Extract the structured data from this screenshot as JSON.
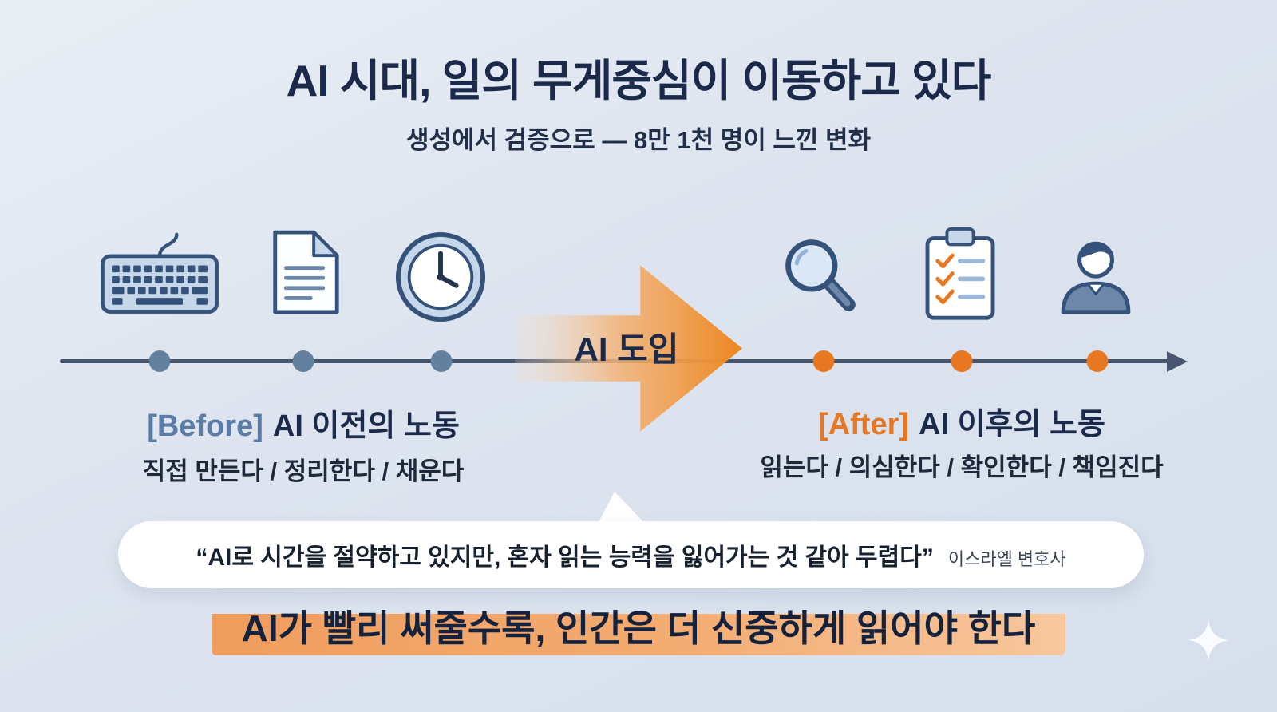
{
  "title": "AI 시대, 일의 무게중심이 이동하고 있다",
  "subtitle": "생성에서 검증으로 — 8만 1천 명이 느낀 변화",
  "arrow_label": "AI 도입",
  "before": {
    "tag": "[Before]",
    "label": "AI 이전의 노동",
    "description": "직접 만든다 / 정리한다 / 채운다",
    "icons": [
      "keyboard-icon",
      "document-icon",
      "clock-icon"
    ]
  },
  "after": {
    "tag": "[After]",
    "label": "AI 이후의 노동",
    "description": "읽는다 / 의심한다 / 확인한다 / 책임진다",
    "icons": [
      "magnifier-icon",
      "checklist-icon",
      "person-icon"
    ]
  },
  "quote": {
    "text": "“AI로 시간을 절약하고 있지만, 혼자 읽는 능력을 잃어가는 것 같아 두렵다”",
    "attribution": "이스라엘 변호사"
  },
  "headline": "AI가 빨리 써줄수록, 인간은 더 신중하게 읽어야 한다",
  "colors": {
    "background": "#dde4ef",
    "title_text": "#1b2a4a",
    "before_accent": "#5b7ca6",
    "after_accent": "#e87722",
    "timeline": "#47566e",
    "highlight": "#f3ac72",
    "bubble": "#ffffff"
  }
}
